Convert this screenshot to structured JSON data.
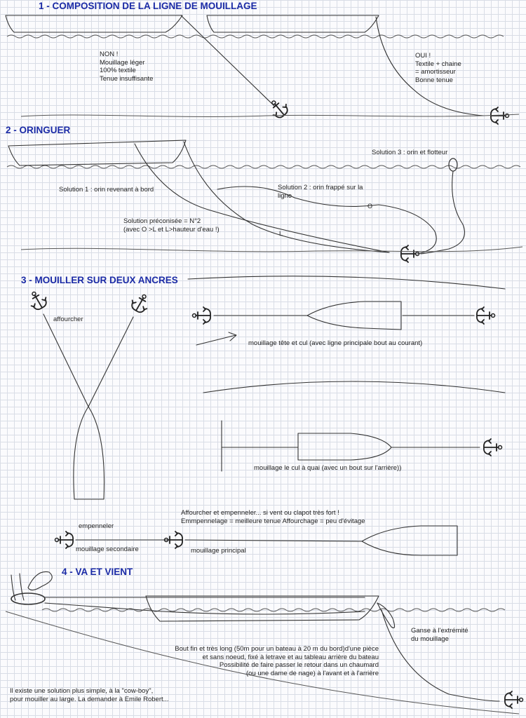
{
  "sections": {
    "s1": "1 - COMPOSITION DE LA LIGNE DE MOUILLAGE",
    "s2": "2 - ORINGUER",
    "s3": "3 - MOUILLER SUR DEUX ANCRES",
    "s4": "4 -  VA ET VIENT"
  },
  "notes": {
    "non": [
      "NON !",
      "Mouillage léger",
      "100% textile",
      "Tenue insuffisante"
    ],
    "oui": [
      "OUI !",
      "Textile + chaine",
      "= amortisseur",
      "Bonne tenue"
    ],
    "sol1": "Solution 1 : orin revenant à bord",
    "sol2": [
      "Solution 2 : orin frappé sur la",
      "ligne"
    ],
    "sol3": "Solution 3 : orin et flotteur",
    "preco": [
      "Solution préconisée = N°2",
      "(avec O >L  et L>hauteur d'eau !)"
    ],
    "affourcher": "affourcher",
    "tete_cul": "mouillage tête et cul (avec ligne principale bout au courant)",
    "cul_quai": "mouillage le cul à quai (avec un bout sur l'arrière))",
    "aff_emp": [
      "Affourcher et empenneler... si vent ou clapot très fort !",
      "Emmpennelage = meilleure tenue   Affourchage = peu d'évitage"
    ],
    "empenneler": "empenneler",
    "secondaire": "mouillage secondaire",
    "principal": "mouillage principal",
    "ganse": [
      "Ganse à l'extrémité",
      "du mouillage"
    ],
    "bout": [
      "Bout fin et très long (50m pour un bateau à 20 m du bord)d'une pièce",
      "et sans noeud, fixé à letrave et au tableau arrière du bateau",
      "Possibilité de faire passer le retour dans un chaumard",
      "(ou une dame de nage) à l'avant et à l'arrière"
    ],
    "cowboy": [
      "Il existe une solution plus simple, à la \"cow-boy\",",
      "pour mouiller au large. La demander à Emile Robert..."
    ]
  },
  "labels": {
    "o": "O",
    "l": "L"
  }
}
